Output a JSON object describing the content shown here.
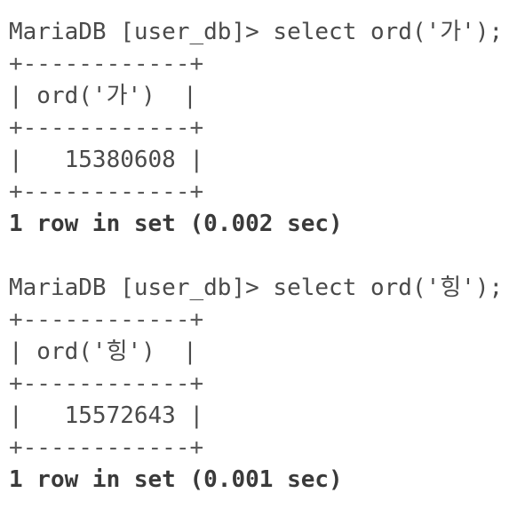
{
  "queries": [
    {
      "prompt": "MariaDB [user_db]> ",
      "command": "select ord('가');",
      "border": "+------------+",
      "header_row": "| ord('가')  |",
      "value_row": "|   15380608 |",
      "summary": "1 row in set (0.002 sec)"
    },
    {
      "prompt": "MariaDB [user_db]> ",
      "command": "select ord('힝');",
      "border": "+------------+",
      "header_row": "| ord('힝')  |",
      "value_row": "|   15572643 |",
      "summary": "1 row in set (0.001 sec)"
    }
  ]
}
